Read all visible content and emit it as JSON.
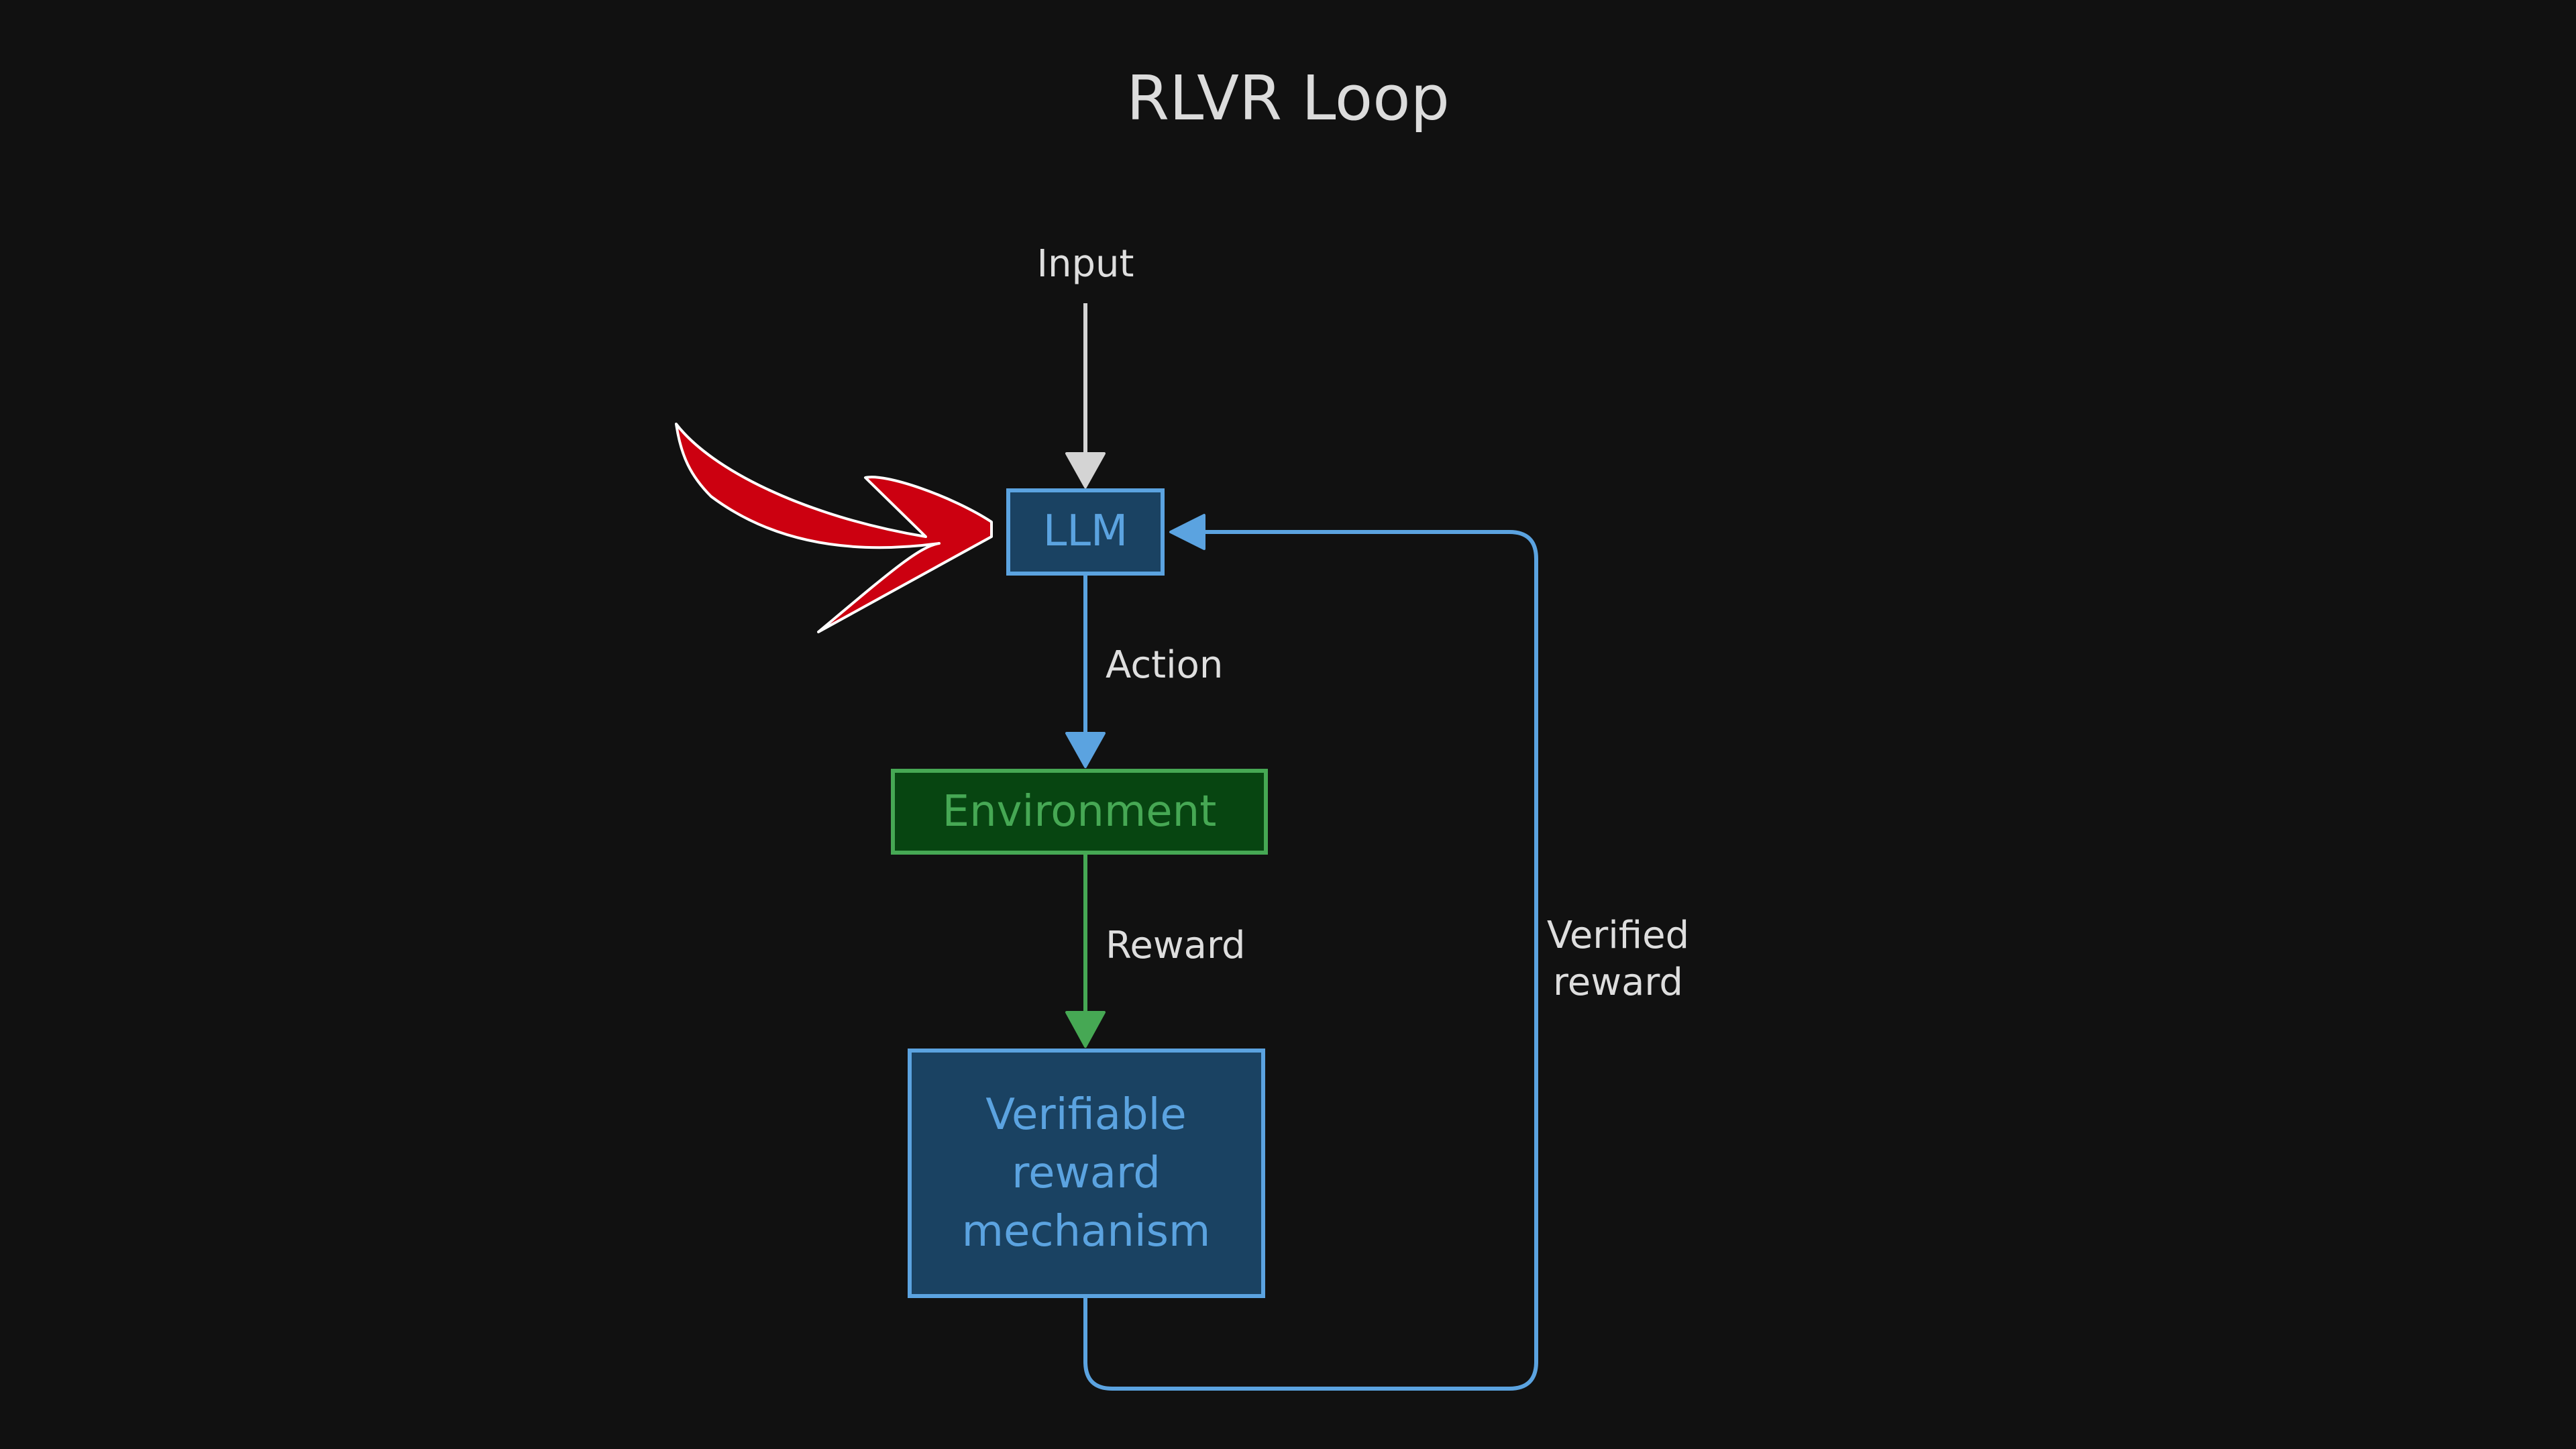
{
  "title": "RLVR Loop",
  "nodes": {
    "input": {
      "label": "Input"
    },
    "llm": {
      "label": "LLM"
    },
    "environment": {
      "label": "Environment"
    },
    "verifier": {
      "lines": [
        "Verifiable",
        "reward",
        "mechanism"
      ]
    }
  },
  "edges": {
    "action": {
      "label": "Action"
    },
    "reward": {
      "label": "Reward"
    },
    "verified_reward": {
      "lines": [
        "Verified",
        "reward"
      ]
    }
  },
  "colors": {
    "background": "#111111",
    "text": "#dedede",
    "blue_stroke": "#5ba3e0",
    "blue_fill": "#1a4262",
    "green_stroke": "#46a854",
    "green_fill": "#074511",
    "input_arrow": "#d4d4d4",
    "annotation_arrow": "#cc0010"
  }
}
